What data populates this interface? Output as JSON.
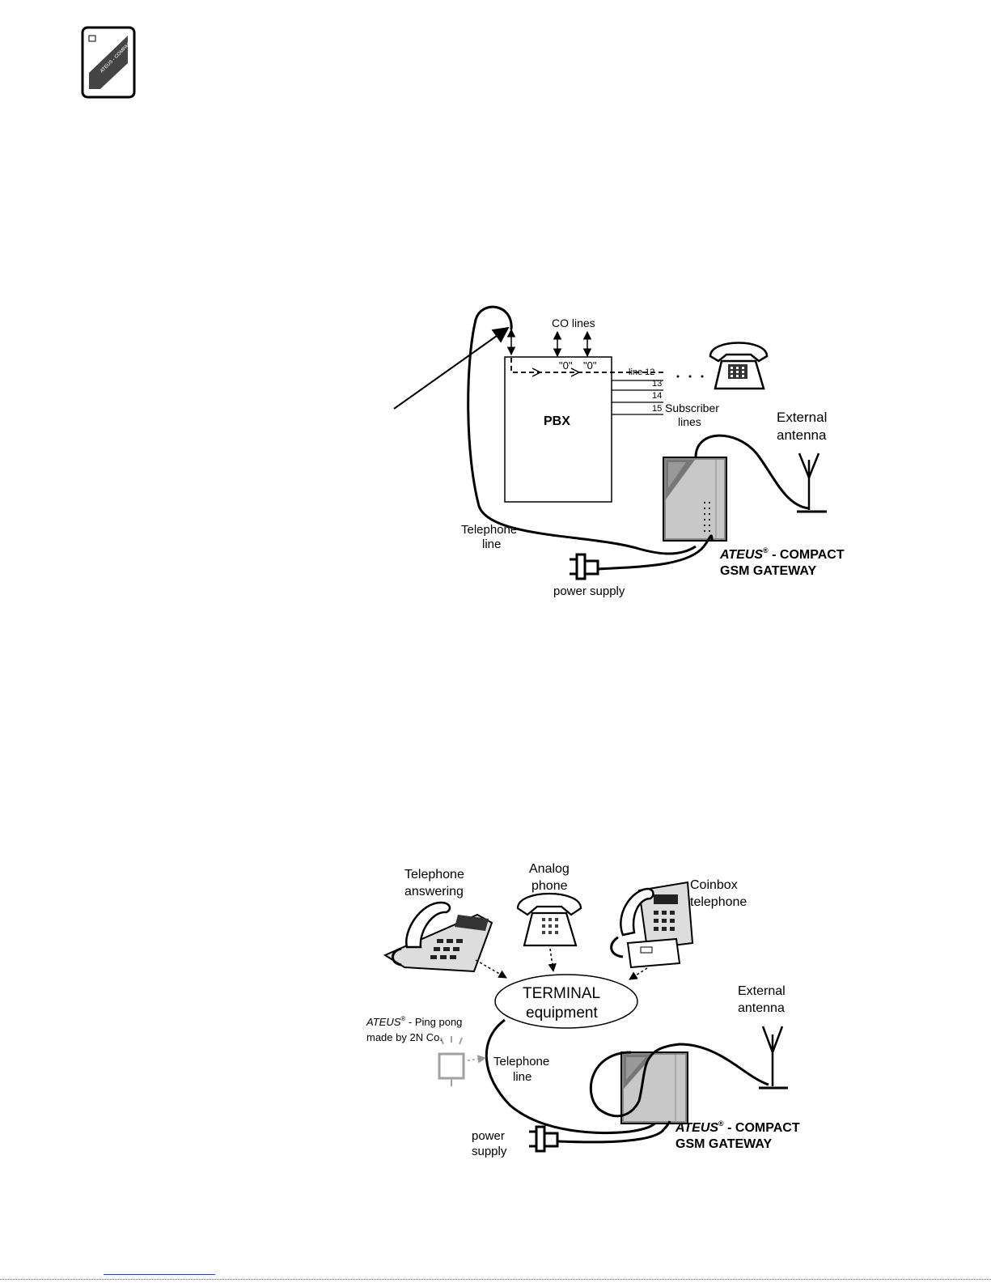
{
  "logo": {
    "icon": "ateus-compact-manual-logo-icon",
    "text": "ATEUS - COMPACT"
  },
  "diagram1": {
    "co_lines": "CO lines",
    "zero_1": "\"0\"",
    "zero_2": "\"0\"",
    "pbx": "PBX",
    "line_12": "line 12",
    "line_13": "13",
    "line_14": "14",
    "line_15": "15",
    "subscriber_1": "Subscriber",
    "subscriber_2": "lines",
    "external_1": "External",
    "external_2": "antenna",
    "telephone_1": "Telephone",
    "telephone_2": "line",
    "power_supply": "power supply",
    "gateway_brand": "ATEUS",
    "gateway_reg": "®",
    "gateway_rest": " -  COMPACT",
    "gateway_line2": "GSM GATEWAY"
  },
  "diagram2": {
    "answering_1": "Telephone",
    "answering_2": "answering",
    "analog_1": "Analog",
    "analog_2": "phone",
    "coinbox_1": "Coinbox",
    "coinbox_2": "telephone",
    "terminal_1": "TERMINAL",
    "terminal_2": "equipment",
    "external_1": "External",
    "external_2": "antenna",
    "pingpong_brand": "ATEUS",
    "pingpong_reg": "®",
    "pingpong_rest": " - Ping pong",
    "pingpong_line2": "made by 2N Co.",
    "telephone_1": "Telephone",
    "telephone_2": "line",
    "power_1": "power",
    "power_2": "supply",
    "gateway_brand": "ATEUS",
    "gateway_reg": "®",
    "gateway_rest": " -  COMPACT",
    "gateway_line2": "GSM GATEWAY"
  }
}
